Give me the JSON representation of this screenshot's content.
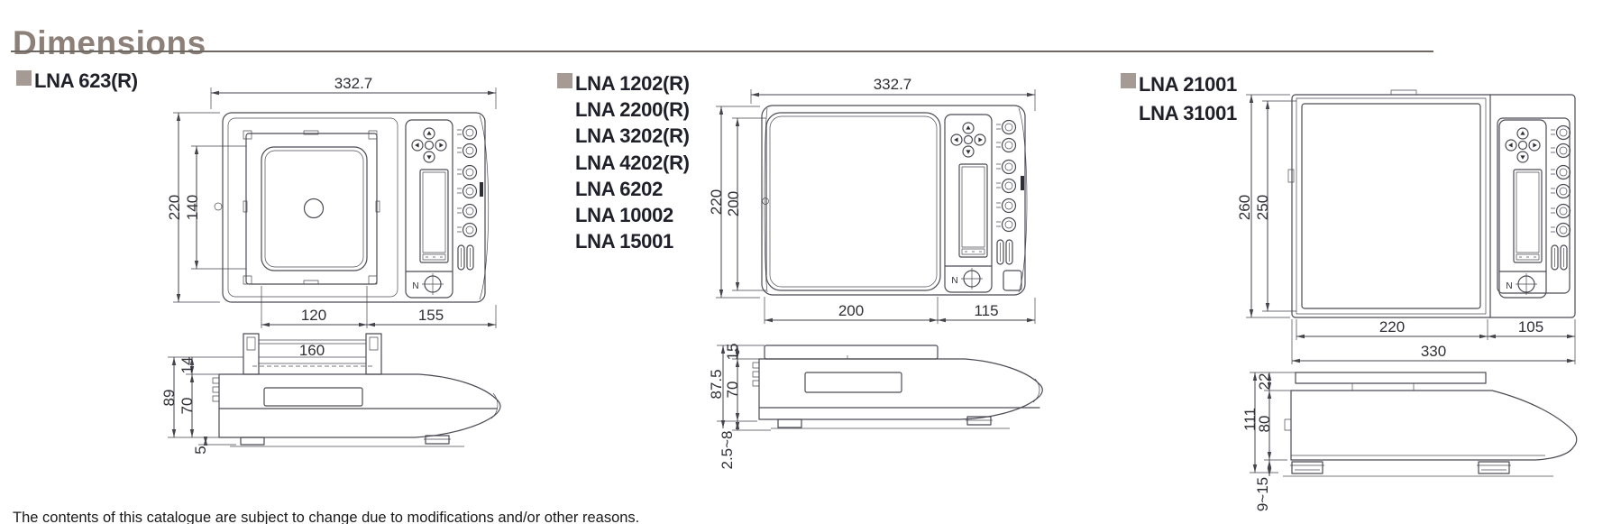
{
  "header": {
    "title": "Dimensions"
  },
  "footer": {
    "note": "The contents of this catalogue are subject to change due to modifications and/or other reasons."
  },
  "panel": {
    "level_label": "N"
  },
  "colors": {
    "accent_taupe": "#8c8078",
    "bullet_gray": "#a59b94",
    "model_ink": "#20202a",
    "drawing_line": "#4b4b55",
    "dimension_text": "#2e2e36",
    "background": "#ffffff"
  },
  "groups": [
    {
      "models": [
        "LNA 623(R)"
      ],
      "top": {
        "overall_width": "332.7",
        "overall_depth": "220",
        "pan_depth": "140",
        "pan_width": "120",
        "panel_width": "155"
      },
      "side": {
        "pan_width": "160",
        "pan_height": "14",
        "body_height": "70",
        "overall_height": "89",
        "foot_height": "5"
      }
    },
    {
      "models": [
        "LNA 1202(R)",
        "LNA 2200(R)",
        "LNA 3202(R)",
        "LNA 4202(R)",
        "LNA 6202",
        "LNA 10002",
        "LNA 15001"
      ],
      "top": {
        "overall_width": "332.7",
        "overall_depth": "220",
        "pan_depth": "200",
        "pan_width": "200",
        "panel_width": "115"
      },
      "side": {
        "overall_height": "87.5",
        "pan_height": "15",
        "body_height": "70",
        "foot_height": "2.5~8"
      }
    },
    {
      "models": [
        "LNA 21001",
        "LNA 31001"
      ],
      "top": {
        "overall_depth": "260",
        "pan_depth": "250",
        "pan_width": "220",
        "panel_width": "105",
        "overall_width": "330"
      },
      "side": {
        "overall_height": "111",
        "pan_height": "22",
        "body_height": "80",
        "foot_height": "9~15"
      }
    }
  ]
}
